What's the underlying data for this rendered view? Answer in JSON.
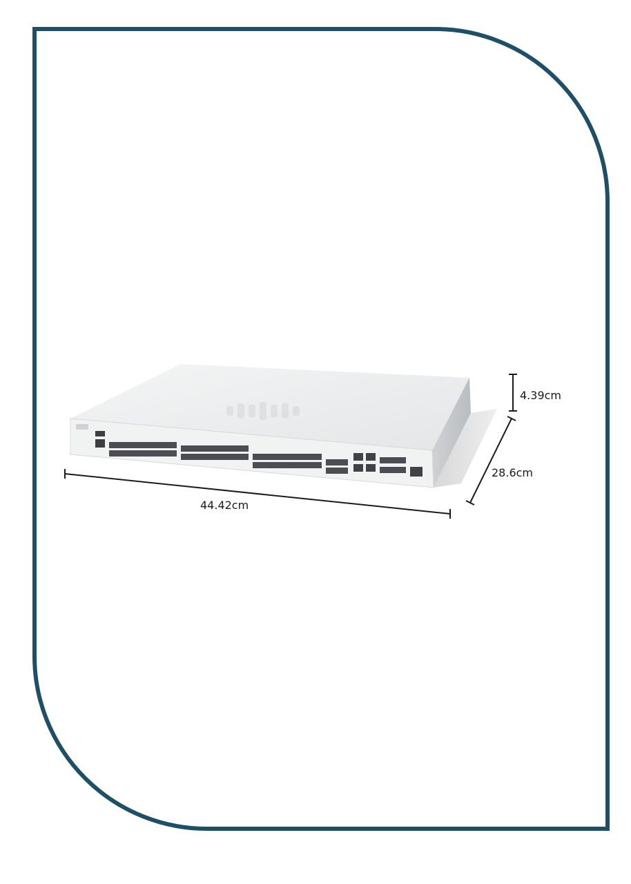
{
  "frame": {
    "border_color": "#1e4f66"
  },
  "product": {
    "type": "network-switch",
    "color": "#eeefef"
  },
  "dimensions": {
    "width_label": "44.42cm",
    "depth_label": "28.6cm",
    "height_label": "4.39cm"
  }
}
